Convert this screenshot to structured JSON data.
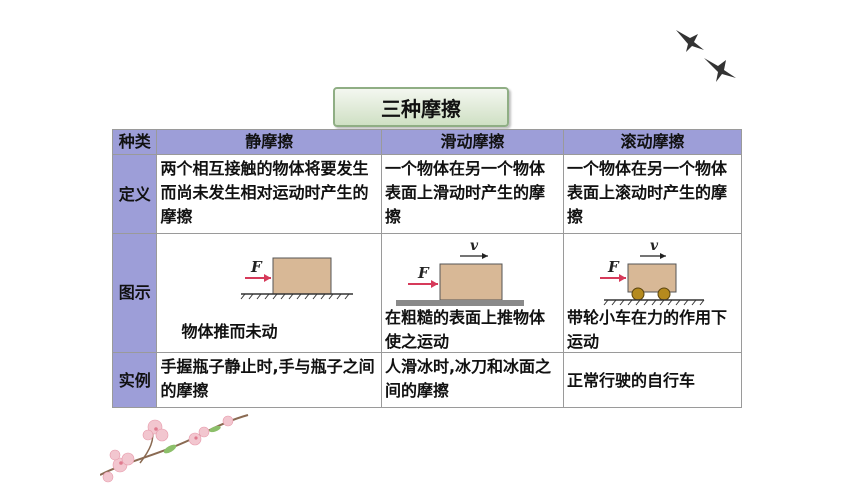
{
  "title": "三种摩擦",
  "headers": [
    "种类",
    "静摩擦",
    "滑动摩擦",
    "滚动摩擦"
  ],
  "rows": {
    "definition": {
      "label": "定义",
      "cells": [
        "两个相互接触的物体将要发生而尚未发生相对运动时产生的摩擦",
        "一个物体在另一个物体表面上滑动时产生的摩擦",
        "一个物体在另一个物体表面上滚动时产生的摩擦"
      ]
    },
    "figure": {
      "label": "图示",
      "force_label": "F",
      "velocity_label": "v",
      "captions": [
        "物体推而未动",
        "在粗糙的表面上推物体使之运动",
        "带轮小车在力的作用下运动"
      ]
    },
    "example": {
      "label": "实例",
      "cells": [
        "手握瓶子静止时,手与瓶子之间的摩擦",
        "人滑冰时,冰刀和冰面之间的摩擦",
        "正常行驶的自行车"
      ]
    }
  },
  "colors": {
    "header_bg": "#9d9ed8",
    "block_fill": "#d8b896",
    "arrow": "#d63a5a",
    "title_bg": "#cfe0c4"
  }
}
